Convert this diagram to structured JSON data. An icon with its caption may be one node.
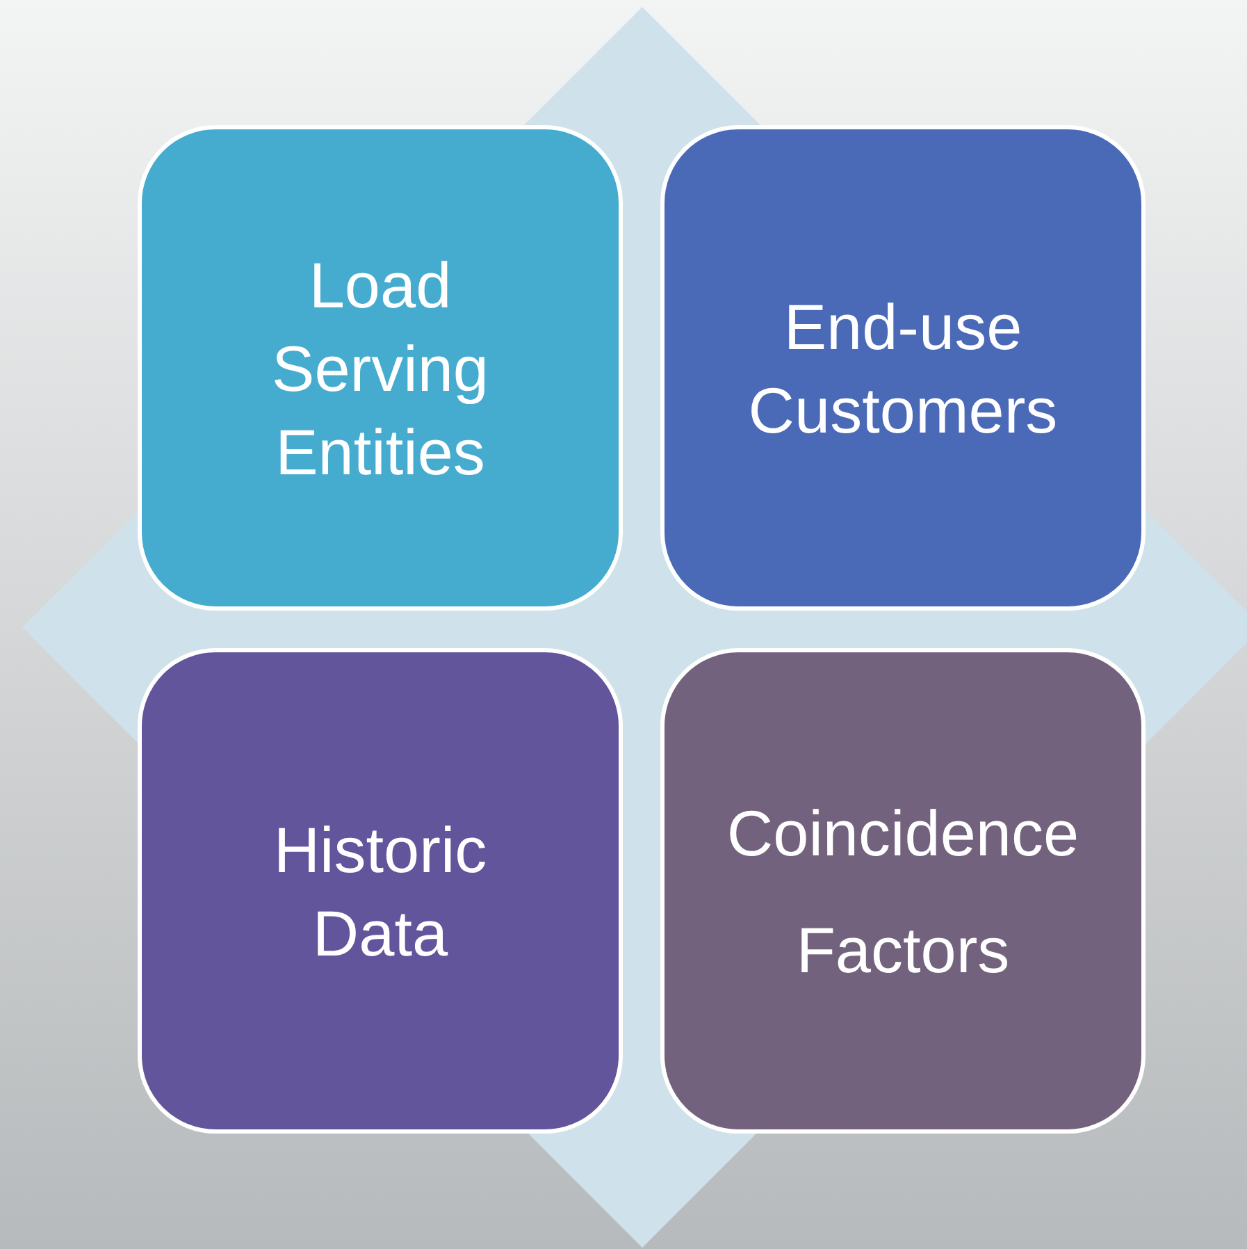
{
  "diagram": {
    "nodes": [
      {
        "text": [
          "Load Serving Entities"
        ]
      },
      {
        "text": [
          "End-use Customers"
        ]
      },
      {
        "text": [
          "Historic Data"
        ]
      },
      {
        "text": [
          "Coincidence Factors"
        ]
      }
    ]
  }
}
